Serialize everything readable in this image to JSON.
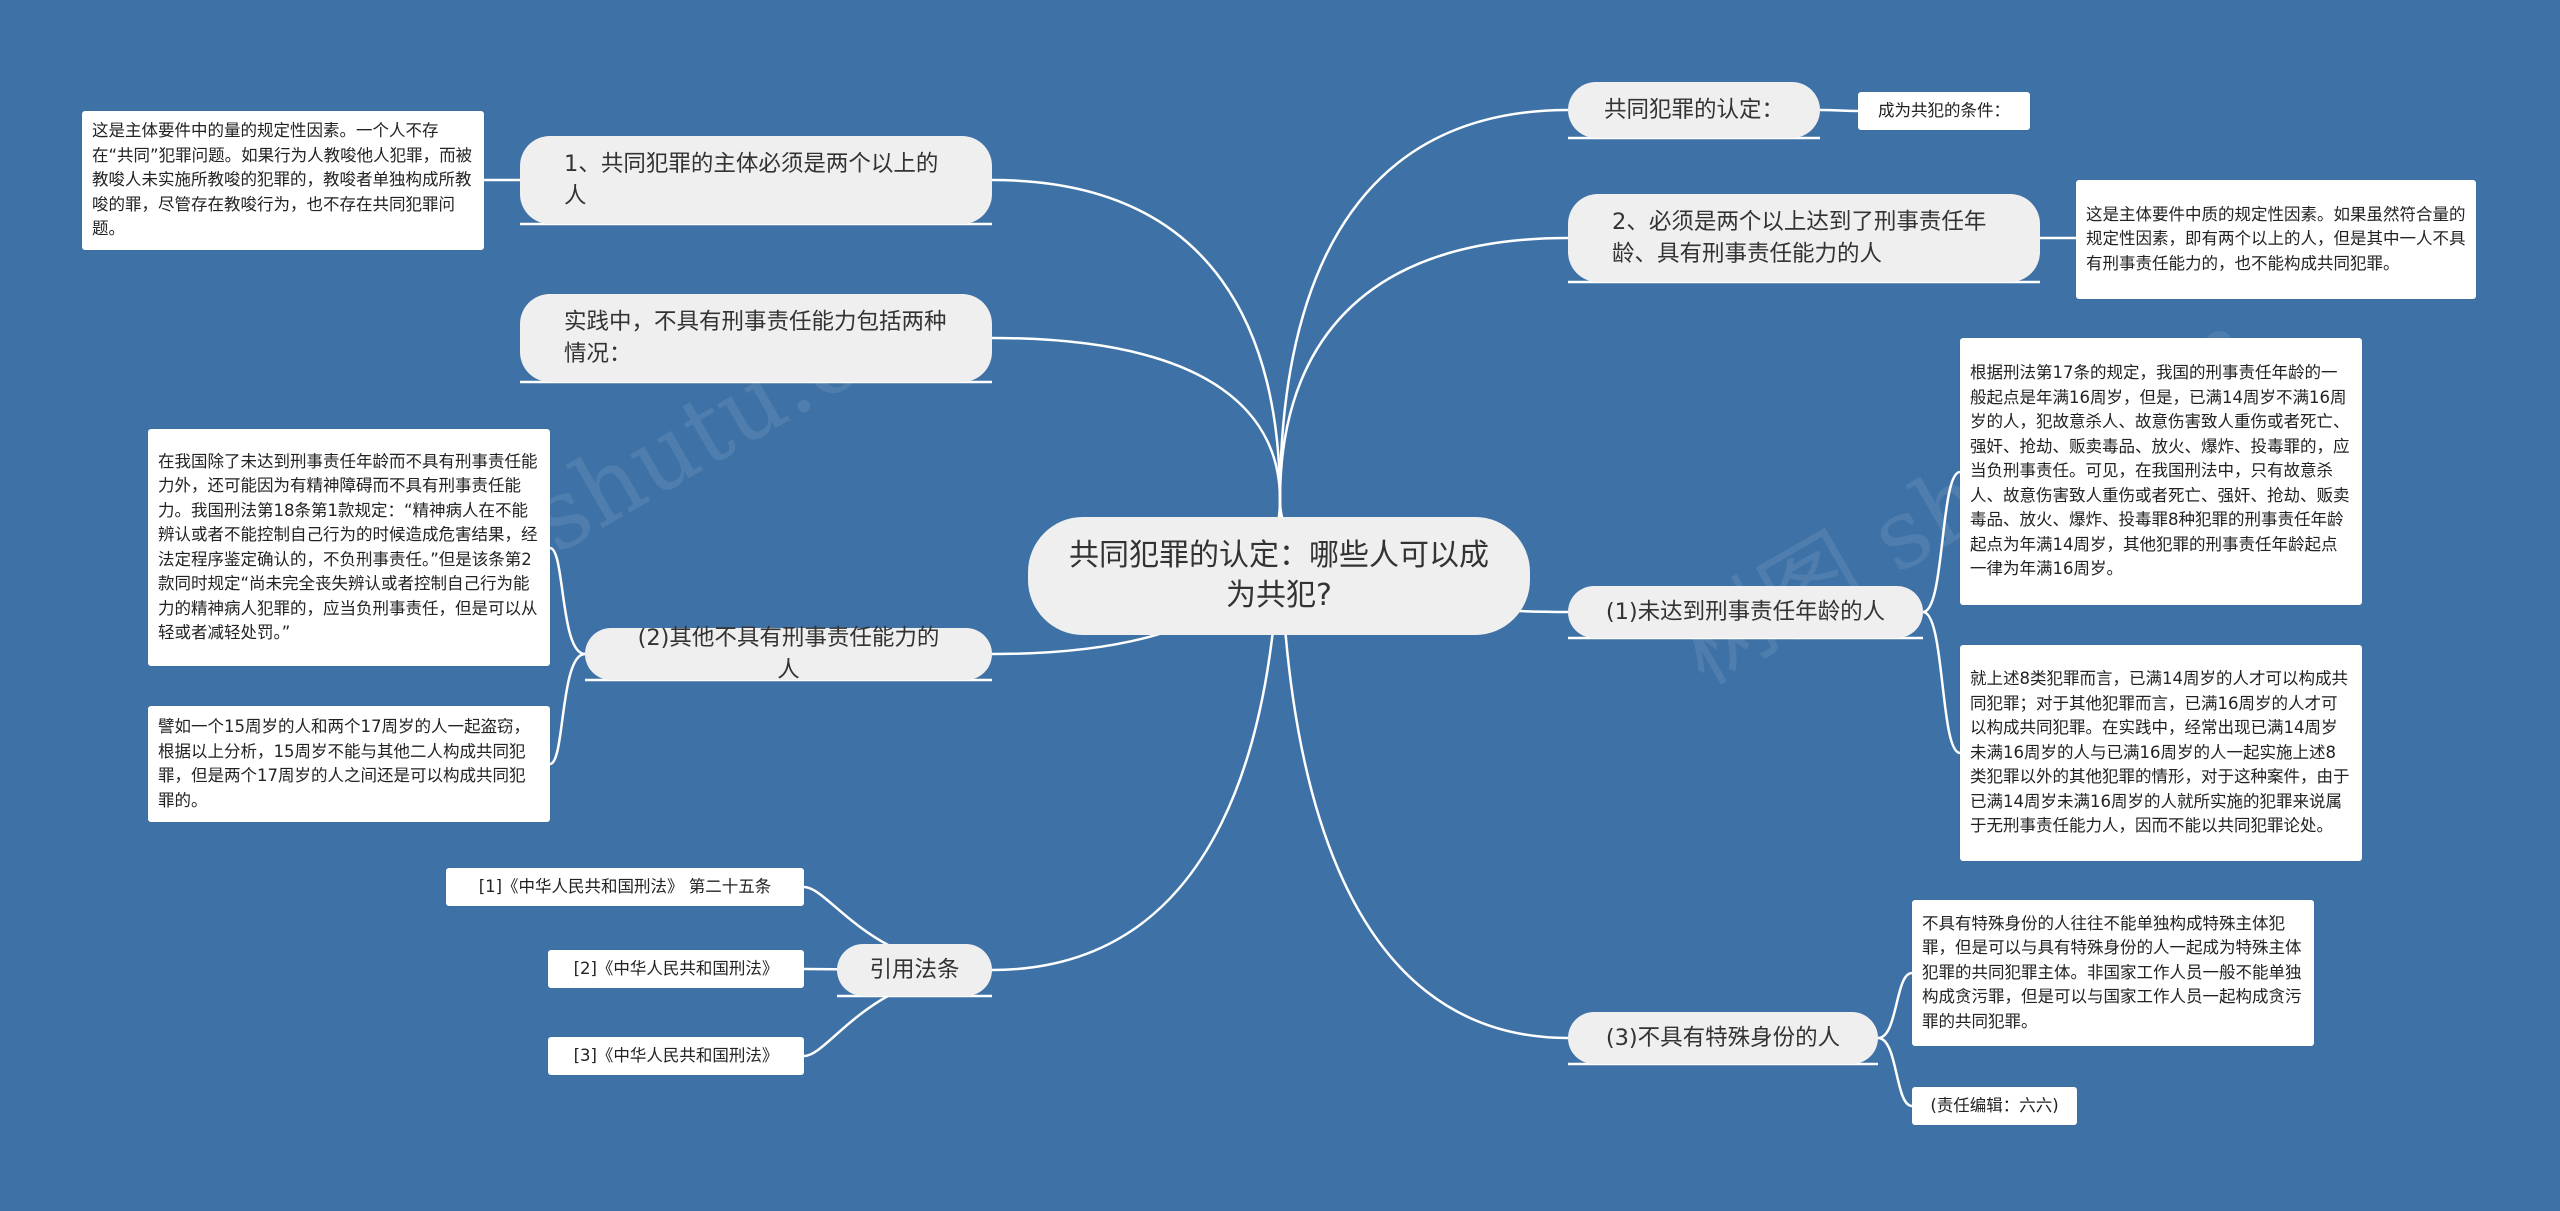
{
  "root": {
    "text": "共同犯罪的认定：哪些人可以成为共犯?"
  },
  "left": {
    "subject": {
      "label": "1、共同犯罪的主体必须是两个以上的人",
      "note": "这是主体要件中的量的规定性因素。一个人不存在“共同”犯罪问题。如果行为人教唆他人犯罪，而被教唆人未实施所教唆的犯罪的，教唆者单独构成所教唆的罪，尽管存在教唆行为，也不存在共同犯罪问题。"
    },
    "practice": {
      "label": "实践中，不具有刑事责任能力包括两种情况："
    },
    "other": {
      "label": "(2)其他不具有刑事责任能力的人",
      "note1": "在我国除了未达到刑事责任年龄而不具有刑事责任能力外，还可能因为有精神障碍而不具有刑事责任能力。我国刑法第18条第1款规定：“精神病人在不能辨认或者不能控制自己行为的时候造成危害结果，经法定程序鉴定确认的，不负刑事责任。”但是该条第2款同时规定“尚未完全丧失辨认或者控制自己行为能力的精神病人犯罪的，应当负刑事责任，但是可以从轻或者减轻处罚。”",
      "note2": "譬如一个15周岁的人和两个17周岁的人一起盗窃，根据以上分析，15周岁不能与其他二人构成共同犯罪，但是两个17周岁的人之间还是可以构成共同犯罪的。"
    },
    "laws": {
      "label": "引用法条",
      "items": [
        "[1]《中华人民共和国刑法》 第二十五条",
        "[2]《中华人民共和国刑法》",
        "[3]《中华人民共和国刑法》"
      ]
    }
  },
  "right": {
    "definition": {
      "label": "共同犯罪的认定：",
      "note": "成为共犯的条件："
    },
    "age_ability": {
      "label": "2、必须是两个以上达到了刑事责任年龄、具有刑事责任能力的人",
      "note": "这是主体要件中质的规定性因素。如果虽然符合量的规定性因素，即有两个以上的人，但是其中一人不具有刑事责任能力的，也不能构成共同犯罪。"
    },
    "underage": {
      "label": "(1)未达到刑事责任年龄的人",
      "note1": "根据刑法第17条的规定，我国的刑事责任年龄的一般起点是年满16周岁，但是，已满14周岁不满16周岁的人，犯故意杀人、故意伤害致人重伤或者死亡、强奸、抢劫、贩卖毒品、放火、爆炸、投毒罪的，应当负刑事责任。可见，在我国刑法中，只有故意杀人、故意伤害致人重伤或者死亡、强奸、抢劫、贩卖毒品、放火、爆炸、投毒罪8种犯罪的刑事责任年龄起点为年满14周岁，其他犯罪的刑事责任年龄起点一律为年满16周岁。",
      "note2": "就上述8类犯罪而言，已满14周岁的人才可以构成共同犯罪；对于其他犯罪而言，已满16周岁的人才可以构成共同犯罪。在实践中，经常出现已满14周岁未满16周岁的人与已满16周岁的人一起实施上述8类犯罪以外的其他犯罪的情形，对于这种案件，由于已满14周岁未满16周岁的人就所实施的犯罪来说属于无刑事责任能力人，因而不能以共同犯罪论处。"
    },
    "special": {
      "label": "(3)不具有特殊身份的人",
      "note1": "不具有特殊身份的人往往不能单独构成特殊主体犯罪，但是可以与具有特殊身份的人一起成为特殊主体犯罪的共同犯罪主体。非国家工作人员一般不能单独构成贪污罪，但是可以与国家工作人员一起构成贪污罪的共同犯罪。",
      "note2": "(责任编辑：六六)"
    }
  },
  "watermarks": [
    "树图 shutu.cn",
    "树图 shutu.cn"
  ],
  "colors": {
    "background": "#3e72a6",
    "node": "#efefef",
    "leaf": "#ffffff",
    "line": "#ffffff"
  }
}
